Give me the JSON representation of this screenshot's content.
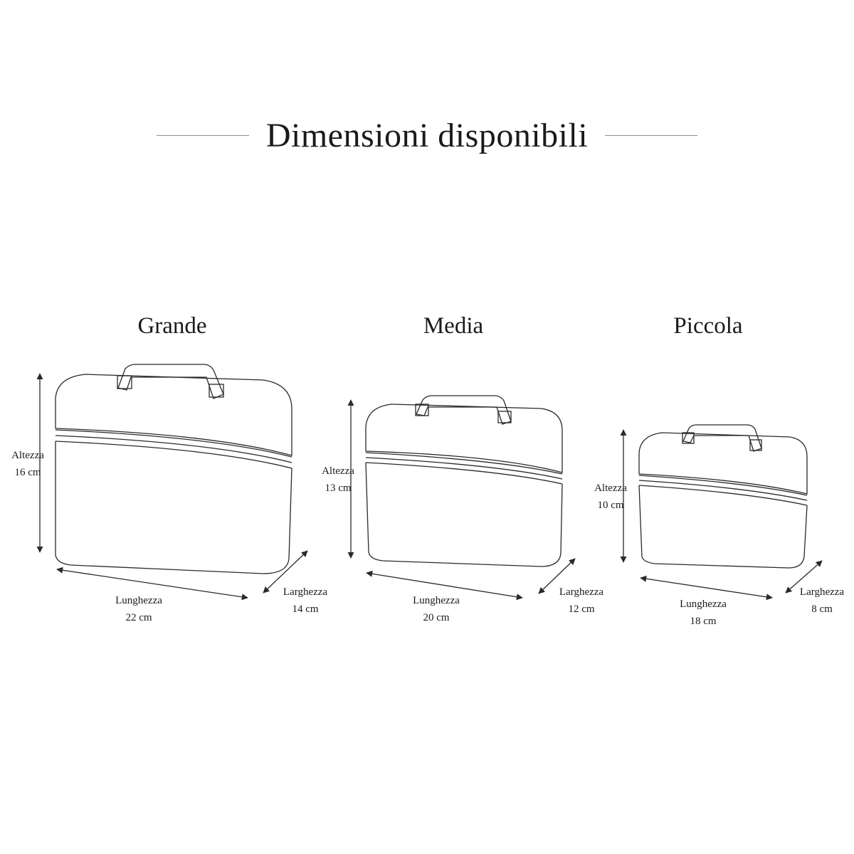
{
  "title": "Dimensioni disponibili",
  "sizes": [
    {
      "name": "Grande",
      "height": {
        "label": "Altezza",
        "value": "16 cm"
      },
      "length": {
        "label": "Lunghezza",
        "value": "22 cm"
      },
      "width": {
        "label": "Larghezza",
        "value": "14 cm"
      }
    },
    {
      "name": "Media",
      "height": {
        "label": "Altezza",
        "value": "13 cm"
      },
      "length": {
        "label": "Lunghezza",
        "value": "20 cm"
      },
      "width": {
        "label": "Larghezza",
        "value": "12 cm"
      }
    },
    {
      "name": "Piccola",
      "height": {
        "label": "Altezza",
        "value": "10 cm"
      },
      "length": {
        "label": "Lunghezza",
        "value": "18 cm"
      },
      "width": {
        "label": "Larghezza",
        "value": "8 cm"
      }
    }
  ],
  "colors": {
    "line": "#2a2a2a",
    "rule": "#8a8a8a"
  }
}
